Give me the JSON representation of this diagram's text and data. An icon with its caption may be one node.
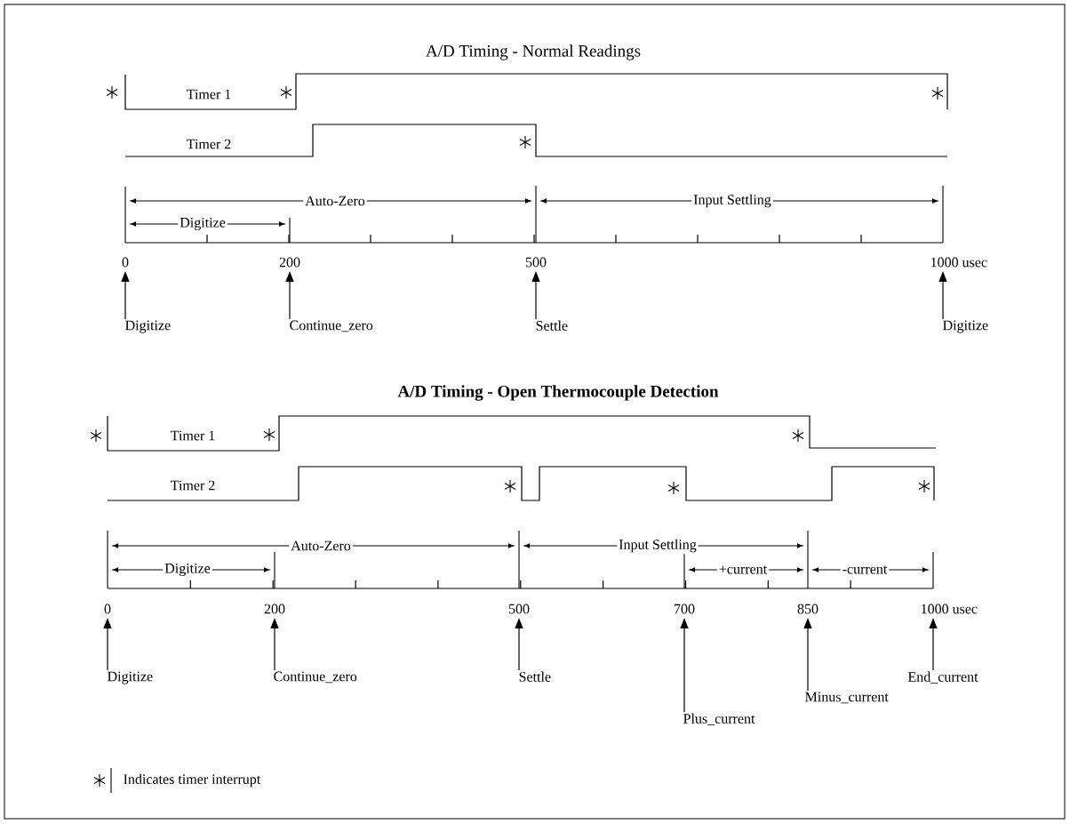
{
  "diagram": {
    "nodes": [
      {
        "text": [
          "Digitize"
        ]
      },
      {
        "text": [
          "Continue_zero"
        ]
      },
      {
        "text": [
          "Settle"
        ]
      },
      {
        "text": [
          "Digitize"
        ]
      },
      {
        "text": [
          "Digitize"
        ]
      },
      {
        "text": [
          "Continue_zero"
        ]
      },
      {
        "text": [
          "Settle"
        ]
      },
      {
        "text": [
          "Plus_current"
        ]
      },
      {
        "text": [
          "Minus_current"
        ]
      },
      {
        "text": [
          "End_current"
        ]
      },
      {
        "text": [
          "0"
        ]
      },
      {
        "text": [
          "200"
        ]
      },
      {
        "text": [
          "500"
        ]
      },
      {
        "text": [
          "1000 usec"
        ]
      },
      {
        "text": [
          "0"
        ]
      },
      {
        "text": [
          "200"
        ]
      },
      {
        "text": [
          "500"
        ]
      },
      {
        "text": [
          "700"
        ]
      },
      {
        "text": [
          "850"
        ]
      },
      {
        "text": [
          "1000 usec"
        ]
      }
    ],
    "edges": [
      {
        "from": 0,
        "to": 10,
        "arrow": "to"
      },
      {
        "from": 1,
        "to": 11,
        "arrow": "to"
      },
      {
        "from": 2,
        "to": 12,
        "arrow": "to"
      },
      {
        "from": 3,
        "to": 13,
        "arrow": "to"
      },
      {
        "from": 4,
        "to": 14,
        "arrow": "to"
      },
      {
        "from": 5,
        "to": 15,
        "arrow": "to"
      },
      {
        "from": 6,
        "to": 16,
        "arrow": "to"
      },
      {
        "from": 7,
        "to": 17,
        "arrow": "to"
      },
      {
        "from": 8,
        "to": 18,
        "arrow": "to"
      },
      {
        "from": 9,
        "to": 19,
        "arrow": "to"
      }
    ],
    "labels": [
      "A/D Timing - Normal Readings",
      "Timer 1",
      "Timer 2",
      "Auto-Zero",
      "Input Settling",
      "Digitize",
      "A/D Timing - Open Thermocouple Detection",
      "Timer 1",
      "Timer 2",
      "Auto-Zero",
      "Input Settling",
      "Digitize",
      "+current",
      "-current",
      "Indicates timer interrupt"
    ]
  }
}
